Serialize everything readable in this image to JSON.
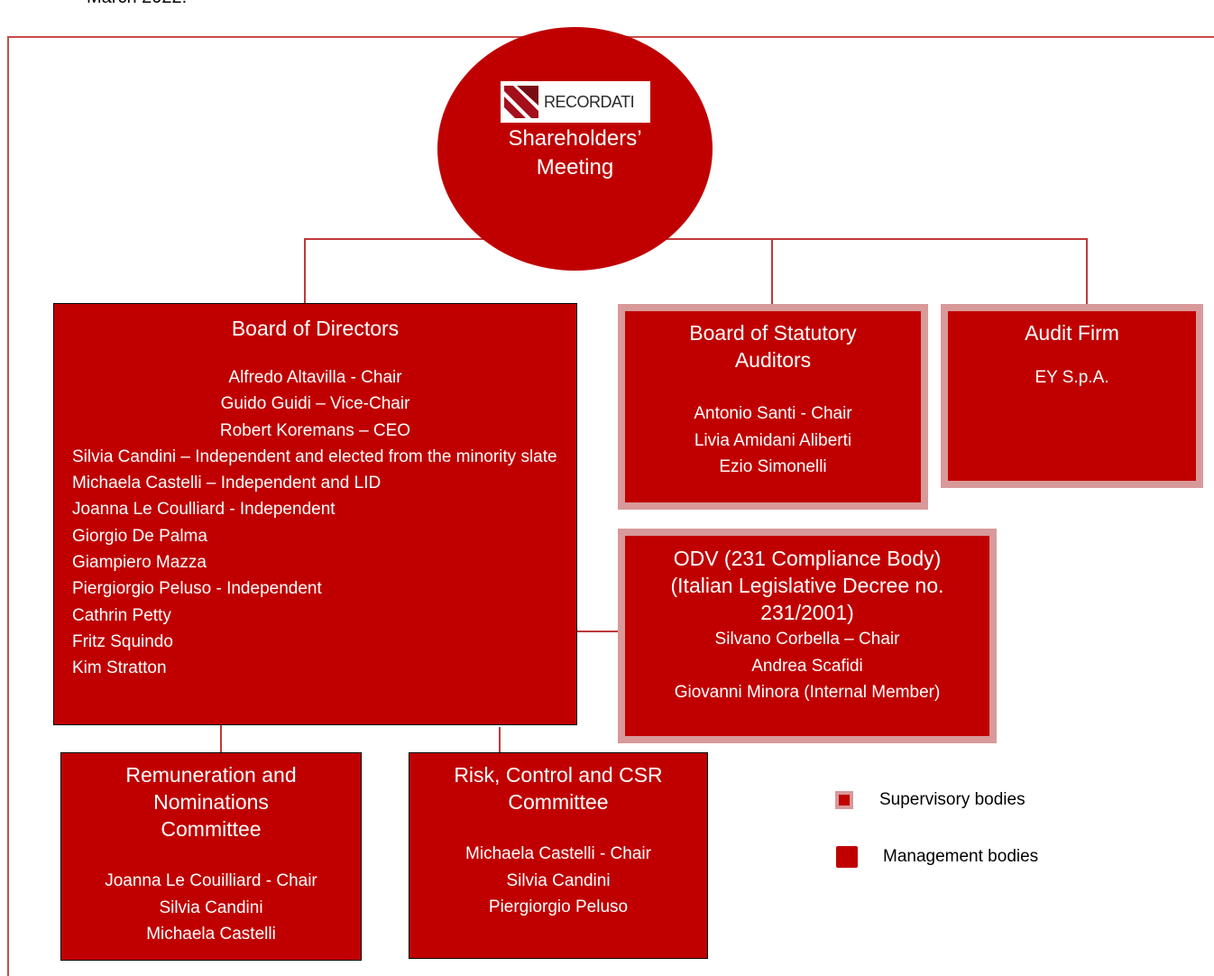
{
  "page": {
    "top_text": "March 2022."
  },
  "colors": {
    "body_fill": "#c00000",
    "supervisory_border": "#d89999",
    "connector": "#c0393b"
  },
  "shareholders": {
    "logo_text": "RECORDATI",
    "title": "Shareholders’\nMeeting"
  },
  "board_of_directors": {
    "title": "Board of Directors",
    "members_centered": [
      "Alfredo Altavilla - Chair",
      "Guido Guidi – Vice-Chair",
      "Robert Koremans – CEO"
    ],
    "member_long": "Silvia Candini – Independent and elected from the minority slate",
    "members_left": [
      "Michaela Castelli – Independent and LID",
      "Joanna Le Coulliard - Independent",
      "Giorgio De Palma",
      "Giampiero Mazza",
      "Piergiorgio Peluso - Independent",
      "Cathrin Petty",
      "Fritz Squindo",
      "Kim Stratton"
    ]
  },
  "statutory_auditors": {
    "title": "Board of Statutory\nAuditors",
    "members": [
      "Antonio Santi - Chair",
      "Livia Amidani Aliberti",
      "Ezio Simonelli"
    ]
  },
  "audit_firm": {
    "title": "Audit Firm",
    "members": [
      "EY S.p.A."
    ]
  },
  "odv": {
    "title": "ODV (231 Compliance Body)\n(Italian Legislative Decree no.\n231/2001)",
    "members": [
      "Silvano Corbella – Chair",
      "Andrea Scafidi",
      "Giovanni Minora (Internal Member)"
    ]
  },
  "remuneration": {
    "title": "Remuneration and\nNominations\nCommittee",
    "members": [
      "Joanna Le Couilliard - Chair",
      "Silvia Candini",
      "Michaela Castelli"
    ]
  },
  "risk_control": {
    "title": "Risk, Control and CSR\nCommittee",
    "members": [
      "Michaela Castelli - Chair",
      "Silvia Candini",
      "Piergiorgio Peluso"
    ]
  },
  "legend": {
    "supervisory": "Supervisory bodies",
    "management": "Management bodies"
  }
}
